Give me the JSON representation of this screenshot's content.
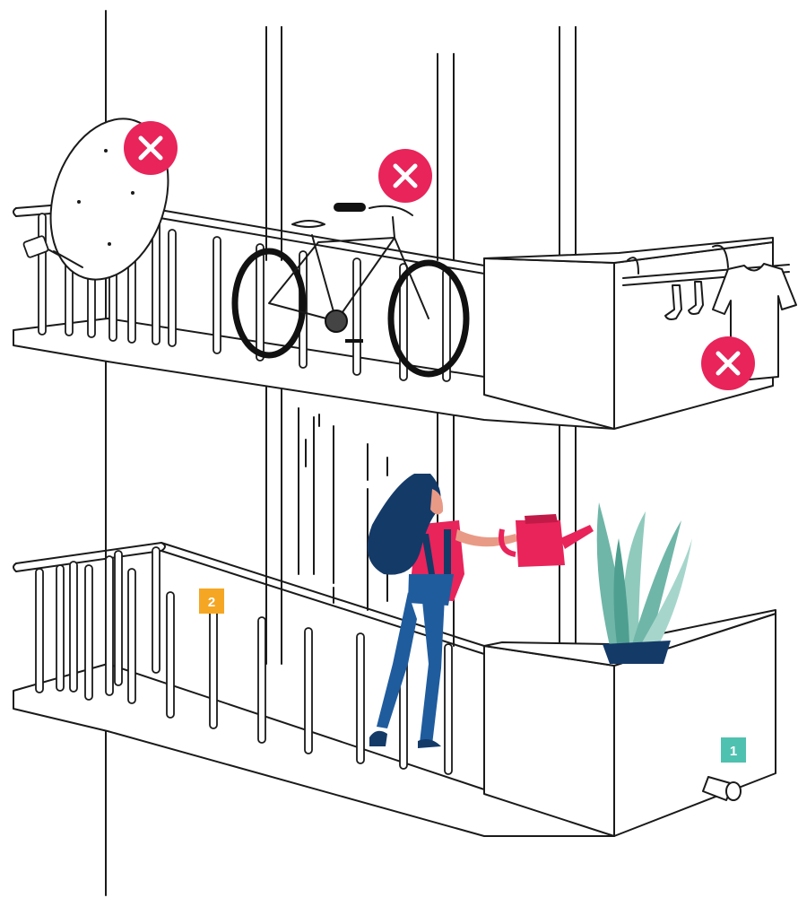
{
  "markers": {
    "marker_1": "1",
    "marker_2": "2"
  },
  "prohibited": {
    "icon": "x-mark-icon",
    "color": "#e8245a",
    "items": [
      "satellite-dish",
      "bicycle",
      "laundry"
    ]
  },
  "colors": {
    "marker_1": "#4fc1b0",
    "marker_2": "#f5a623",
    "accent": "#e8245a",
    "navy": "#143a68",
    "plant": "#6fb6a8"
  }
}
